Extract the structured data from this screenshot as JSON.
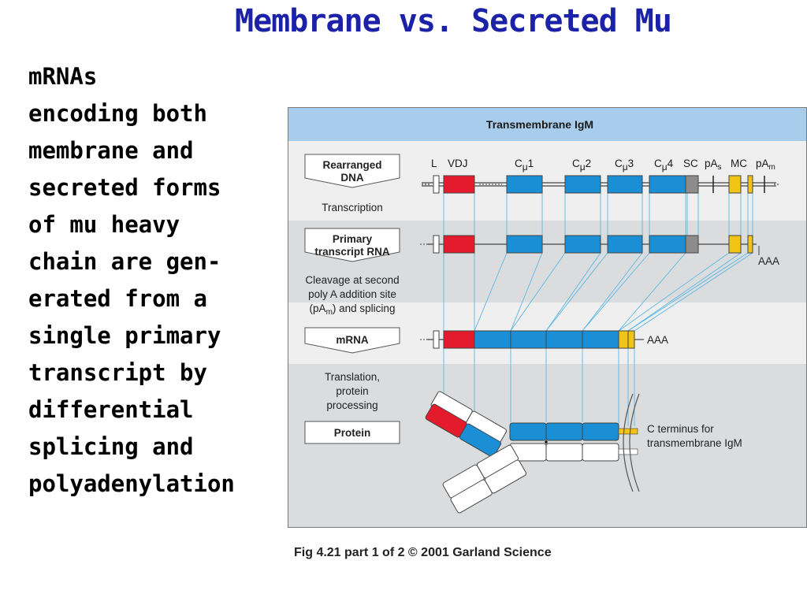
{
  "slide": {
    "title": "Membrane vs. Secreted Mu",
    "body_lines": [
      "mRNAs",
      "encoding both",
      "membrane and",
      "secreted forms",
      "of mu heavy",
      "chain are gen-",
      "erated from a",
      "single primary",
      "transcript by",
      "differential",
      "splicing and",
      "polyadenylation"
    ],
    "caption": "Fig 4.21 part 1 of 2  © 2001 Garland Science"
  },
  "figure": {
    "header": "Transmembrane IgM",
    "gene_labels": {
      "L": "L",
      "VDJ": "VDJ",
      "Cmu1": {
        "c": "C",
        "mu": "μ",
        "n": "1"
      },
      "Cmu2": {
        "c": "C",
        "mu": "μ",
        "n": "2"
      },
      "Cmu3": {
        "c": "C",
        "mu": "μ",
        "n": "3"
      },
      "Cmu4": {
        "c": "C",
        "mu": "μ",
        "n": "4"
      },
      "SC": "SC",
      "pAs": {
        "base": "pA",
        "sub": "s"
      },
      "MC": "MC",
      "pAm": {
        "base": "pA",
        "sub": "m"
      }
    },
    "stage_boxes": {
      "dna": [
        "Rearranged",
        "DNA"
      ],
      "primary": [
        "Primary",
        "transcript RNA"
      ],
      "mrna": "mRNA",
      "protein": "Protein"
    },
    "process_labels": {
      "transcription": "Transcription",
      "cleavage": [
        "Cleavage at second",
        "poly A addition site"
      ],
      "cleavage_pam": {
        "open": "(pA",
        "sub": "m",
        "close": ") and splicing"
      },
      "translation": [
        "Translation,",
        "protein",
        "processing"
      ]
    },
    "tail_labels": {
      "primary_aaa": "AAA",
      "mrna_aaa": "AAA"
    },
    "c_terminus": [
      "C terminus for",
      "transmembrane IgM"
    ],
    "colors": {
      "vdj": "#e31b2d",
      "constant": "#1a8fd6",
      "sc": "#8c8c8c",
      "mc": "#f2c418",
      "header_bg": "#a8cdec",
      "band_light": "#efefef",
      "band_dark": "#dadcdd",
      "guide_line": "#5bb8e8"
    }
  }
}
